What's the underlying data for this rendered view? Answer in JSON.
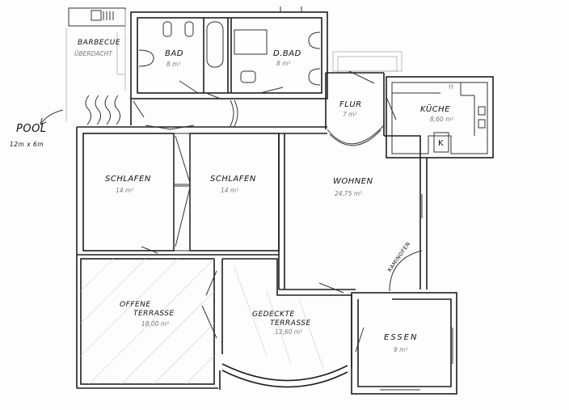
{
  "rooms": {
    "barbecue": {
      "name": "BARBECUE",
      "note": "ÜBERDACHT"
    },
    "pool": {
      "name": "POOL",
      "size": "12m x 6m"
    },
    "bad": {
      "name": "BAD",
      "area": "8 m²"
    },
    "dbad": {
      "name": "D.BAD",
      "area": "8 m²"
    },
    "flur": {
      "name": "FLUR",
      "area": "7 m²"
    },
    "kueche": {
      "name": "KÜCHE",
      "area": "8,60 m²",
      "marks": [
        "H",
        "K"
      ]
    },
    "wohnen": {
      "name": "WOHNEN",
      "area": "24,75 m²"
    },
    "schlafen1": {
      "name": "SCHLAFEN",
      "area": "14 m²"
    },
    "schlafen2": {
      "name": "SCHLAFEN",
      "area": "14 m²"
    },
    "offene_terrasse": {
      "name_line1": "OFFENE",
      "name_line2": "TERRASSE",
      "area": "18,00 m²"
    },
    "gedeckte_terrasse": {
      "name_line1": "GEDECKTE",
      "name_line2": "TERRASSE",
      "area": "13,60 m²"
    },
    "essen": {
      "name": "ESSEN",
      "area": "9 m²"
    },
    "kaminofen": {
      "name": "KAMINOFEN"
    }
  }
}
